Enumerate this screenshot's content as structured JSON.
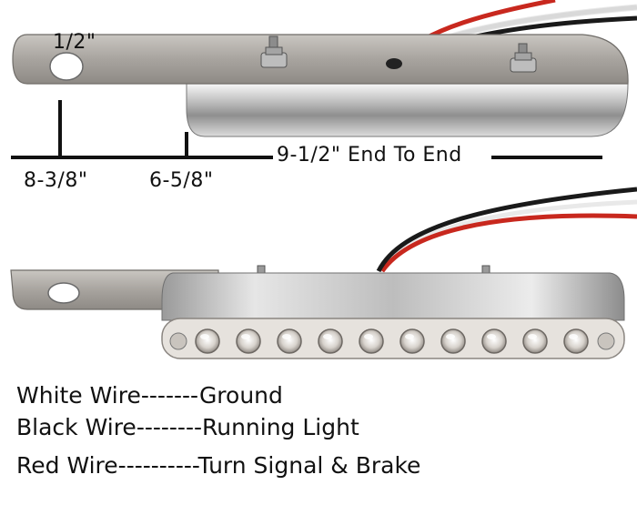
{
  "dimensions": {
    "hole": "1/2\"",
    "left_mark": "8-3/8\"",
    "mid_mark": "6-5/8\"",
    "overall": "9-1/2\" End To End"
  },
  "legend": [
    {
      "wire": "White Wire",
      "dashes": "-------",
      "function": "Ground"
    },
    {
      "wire": "Black Wire",
      "dashes": "--------",
      "function": "Running Light"
    },
    {
      "wire": "Red Wire",
      "dashes": "----------",
      "function": "Turn Signal & Brake"
    }
  ],
  "colors": {
    "wire_white": "#f4f4f4",
    "wire_black": "#1a1a1a",
    "wire_red": "#c8281e",
    "steel": "#a9a6a1",
    "chrome": "#d9d9d9",
    "led_lens": "#ece8e3"
  }
}
